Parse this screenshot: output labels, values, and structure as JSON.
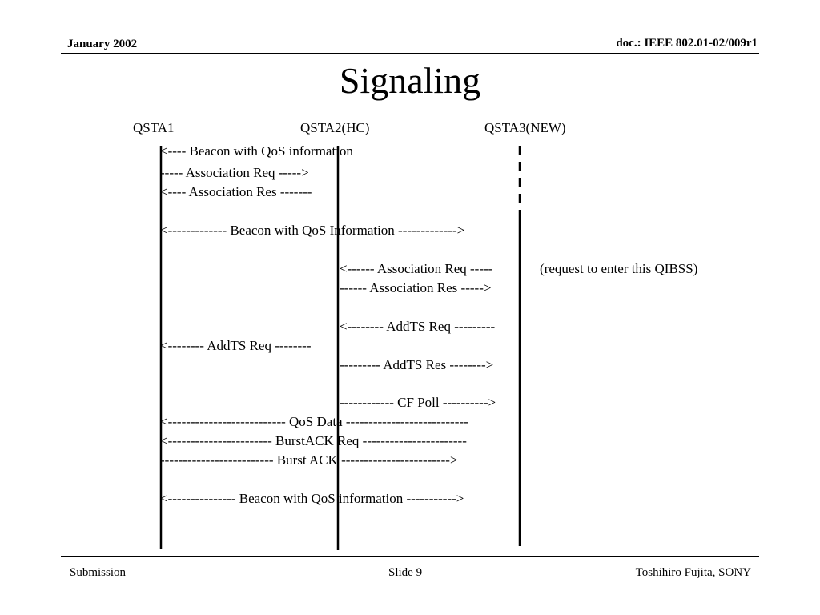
{
  "header": {
    "date": "January 2002",
    "doc": "doc.: IEEE 802.01-02/009r1"
  },
  "title": "Signaling",
  "participants": {
    "qsta1": "QSTA1",
    "qsta2": "QSTA2(HC)",
    "qsta3": "QSTA3(NEW)"
  },
  "messages": [
    "<---- Beacon with QoS information",
    "----- Association Req ----->",
    "<---- Association Res -------",
    "<------------- Beacon with QoS Information ------------->",
    "<------ Association Req -----",
    "------ Association Res ----->",
    "<-------- AddTS Req ---------",
    "<-------- AddTS Req --------",
    "--------- AddTS Res -------->",
    "------------ CF Poll ---------->",
    "<-------------------------- QoS Data ---------------------------",
    "<----------------------- BurstACK Req -----------------------",
    "------------------------- Burst ACK ------------------------>",
    "<--------------- Beacon with QoS information ----------->"
  ],
  "note": "(request to enter this QIBSS)",
  "footer": {
    "left": "Submission",
    "center": "Slide 9",
    "right": "Toshihiro Fujita, SONY"
  }
}
